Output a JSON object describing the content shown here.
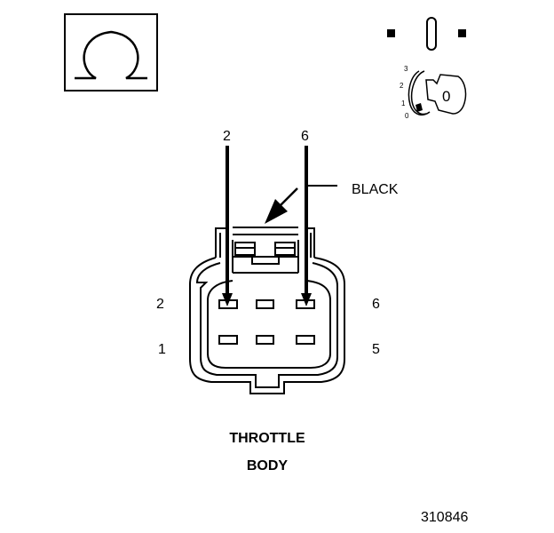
{
  "symbols": {
    "meter": "ohm-symbol",
    "ignition": "ignition-key-off"
  },
  "ignition": {
    "positions": [
      "3",
      "2",
      "1",
      "0"
    ],
    "key_label": "0"
  },
  "arrows": {
    "left": "2",
    "right": "6"
  },
  "color_label": "BLACK",
  "pin_labels": {
    "top_left": "2",
    "top_right": "6",
    "bottom_left": "1",
    "bottom_right": "5"
  },
  "title_line1": "THROTTLE",
  "title_line2": "BODY",
  "figure_number": "310846",
  "colors": {
    "ink": "#000000",
    "background": "#ffffff"
  }
}
